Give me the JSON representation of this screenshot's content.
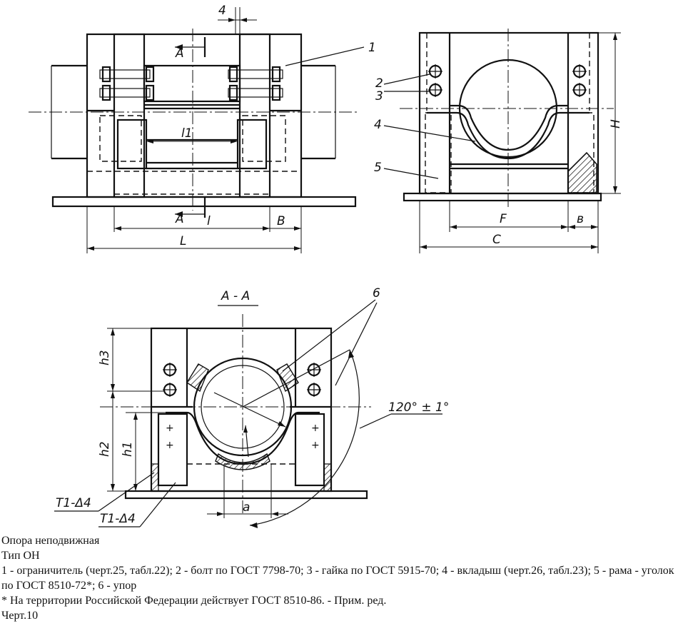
{
  "labels": {
    "pos_1": "1",
    "pos_2": "2",
    "pos_3": "3",
    "pos_4": "4",
    "pos_5": "5",
    "pos_6": "6",
    "dim_4": "4",
    "dim_l1": "l1",
    "dim_l": "l",
    "dim_L": "L",
    "dim_B": "B",
    "dim_F": "F",
    "dim_b": "в",
    "dim_C": "C",
    "dim_H": "H",
    "dim_h3": "h3",
    "dim_h2": "h2",
    "dim_h1": "h1",
    "dim_a": "a",
    "dim_T1a": "T1-Δ4",
    "dim_T1b": "T1-Δ4",
    "angle": "120° ± 1°",
    "section_mark_top": "A",
    "section_mark_bottom": "A",
    "section_title": "A - A"
  },
  "caption": {
    "line1": "Опора неподвижная",
    "line2": "Тип ОН",
    "line3": "1 - ограничитель (черт.25, табл.22); 2 - болт по ГОСТ 7798-70; 3 - гайка по ГОСТ 5915-70; 4 - вкладыш (черт.26, табл.23); 5 - рама - уголок по ГОСТ 8510-72*; 6 - упор",
    "line4": "* На территории Российской Федерации действует ГОСТ 8510-86. - Прим. ред.",
    "line5": "Черт.10"
  }
}
